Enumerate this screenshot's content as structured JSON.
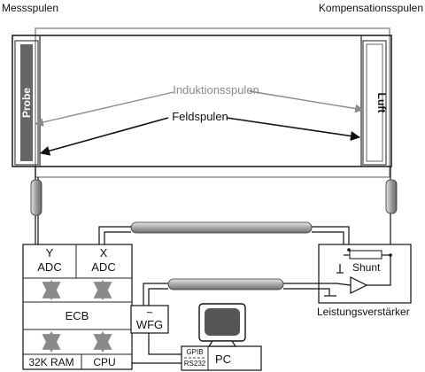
{
  "labels": {
    "messspulen": "Messspulen",
    "kompensationsspulen": "Kompensationsspulen",
    "probe": "Probe",
    "luft": "Luft",
    "induktionsspulen": "Induktionsspulen",
    "feldspulen": "Feldspulen",
    "shunt": "Shunt",
    "leistungsverstaerker": "Leistungsverstärker",
    "wfg": "WFG",
    "wfg_symbol": "~",
    "ecb": "ECB",
    "y_adc_line1": "Y",
    "y_adc_line2": "ADC",
    "x_adc_line1": "X",
    "x_adc_line2": "ADC",
    "ram": "32K RAM",
    "cpu": "CPU",
    "pc": "PC",
    "gpib": "GPIB",
    "rs232": "RS232"
  },
  "colors": {
    "line": "#111111",
    "gray": "#8a8a8a",
    "cable": "#bdbdbd",
    "probe_bar": "#666666",
    "monitor_screen": "#555555"
  }
}
